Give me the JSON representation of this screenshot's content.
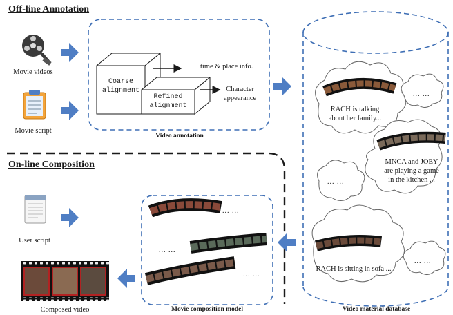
{
  "offline": {
    "title": "Off-line Annotation",
    "movie_videos_label": "Movie videos",
    "movie_script_label": "Movie script",
    "annotation_caption": "Video annotation",
    "coarse_label_1": "Coarse",
    "coarse_label_2": "alignment",
    "refined_label_1": "Refined",
    "refined_label_2": "alignment",
    "time_place_label": "time & place info.",
    "character_label_1": "Character",
    "character_label_2": "appearance"
  },
  "online": {
    "title": "On-line Composition",
    "user_script_label": "User script",
    "composed_video_label": "Composed video",
    "composition_caption": "Movie composition model",
    "dots": "... ..."
  },
  "database": {
    "caption": "Video material database",
    "cloud1_l1": "RACH is talking",
    "cloud1_l2": "about her family...",
    "cloud2_l1": "MNCA and JOEY",
    "cloud2_l2": "are playing a game",
    "cloud2_l3": "in the kitchen ...",
    "cloud3_l1": "RACH is sitting in sofa ...",
    "dots": "... ..."
  },
  "colors": {
    "arrow_blue": "#4f7ec4",
    "dashed_blue": "#3f6fb5",
    "black": "#1a1a1a",
    "film_red": "#b22222"
  }
}
